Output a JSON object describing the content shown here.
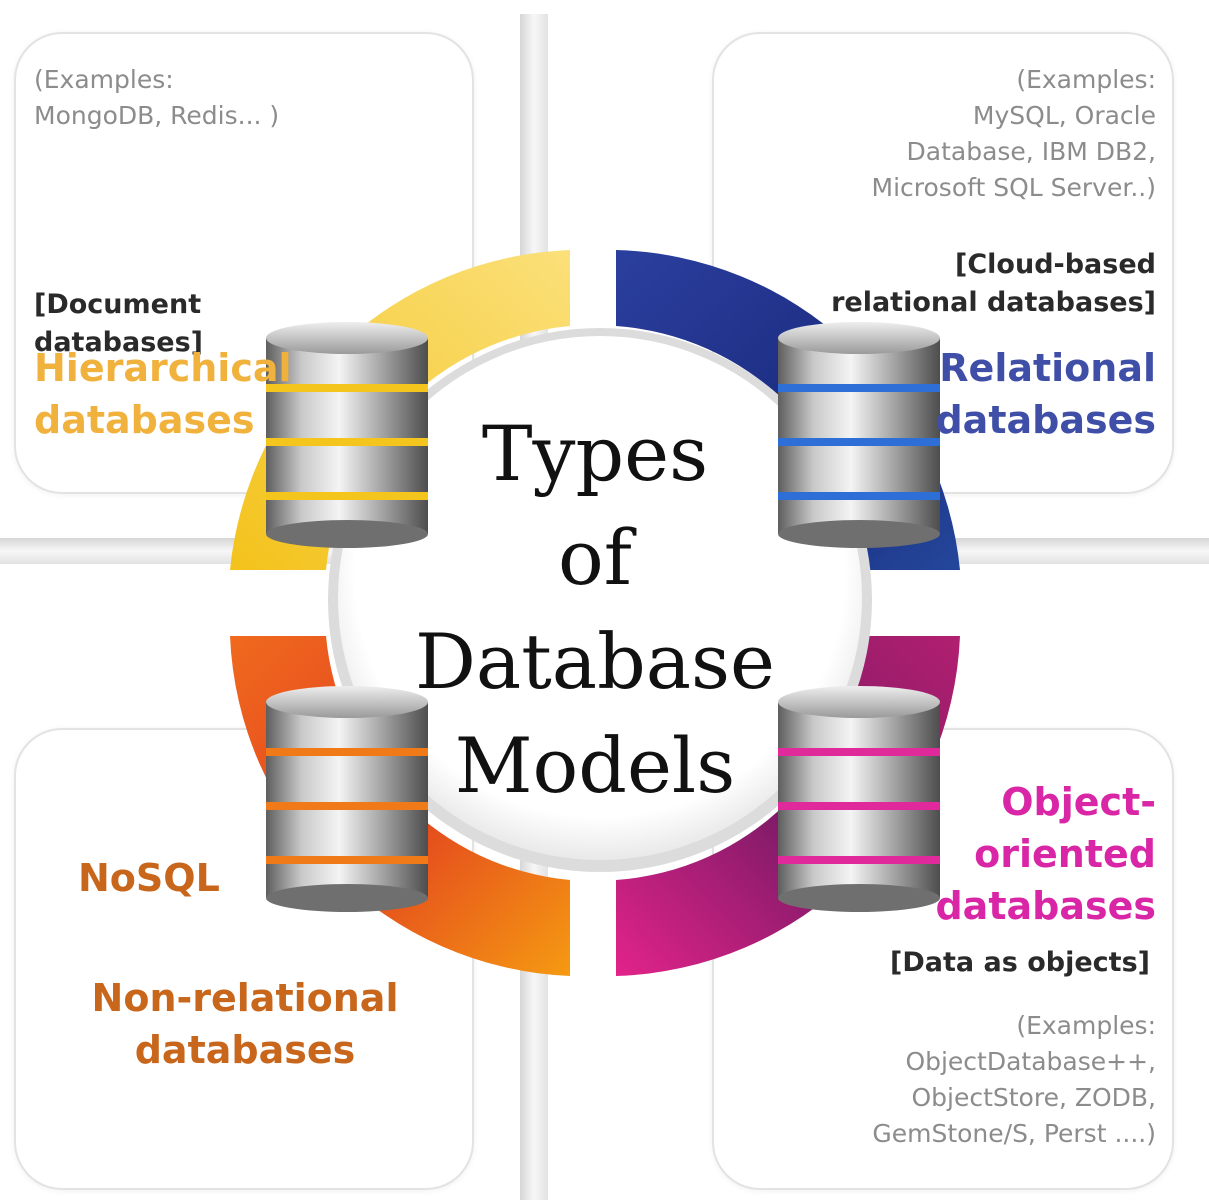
{
  "title": "Types\nof\nDatabase\nModels",
  "quadrants": {
    "top_left": {
      "examples": "(Examples:\nMongoDB, Redis... )",
      "subtype": "[Document databases]",
      "heading": "Hierarchical\ndatabases",
      "color": "#f0b23c"
    },
    "top_right": {
      "examples": "(Examples:\nMySQL, Oracle\nDatabase, IBM DB2,\nMicrosoft SQL Server..)",
      "subtype": "[Cloud-based\nrelational databases]",
      "heading": "Relational\ndatabases",
      "color": "#3f4fa8"
    },
    "bottom_left": {
      "label": "NoSQL",
      "heading": "Non-relational\ndatabases",
      "color": "#c8661c"
    },
    "bottom_right": {
      "heading": "Object-\noriented\ndatabases",
      "subtype": "[Data as objects]",
      "examples": "(Examples:\nObjectDatabase++,\nObjectStore, ZODB,\nGemStone/S, Perst ....)",
      "color": "#d926a6"
    }
  },
  "icons": {
    "top_left": "database-icon",
    "top_right": "database-icon",
    "bottom_left": "database-icon",
    "bottom_right": "database-icon"
  }
}
